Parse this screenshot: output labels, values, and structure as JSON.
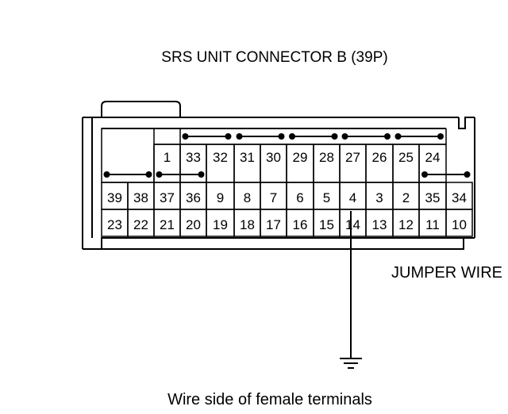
{
  "title": "SRS UNIT CONNECTOR B (39P)",
  "jumper_label": "JUMPER WIRE",
  "caption": "Wire side of female terminals",
  "connector": {
    "row1": [
      "",
      "1",
      "33",
      "32",
      "31",
      "30",
      "29",
      "28",
      "27",
      "26",
      "25",
      "24"
    ],
    "row2": [
      "39",
      "38",
      "37",
      "36",
      "9",
      "8",
      "7",
      "6",
      "5",
      "4",
      "3",
      "2",
      "35",
      "34"
    ],
    "row3": [
      "23",
      "22",
      "21",
      "20",
      "19",
      "18",
      "17",
      "16",
      "15",
      "14",
      "13",
      "12",
      "11",
      "10"
    ],
    "shorting_bars": [
      [
        "33",
        "32"
      ],
      [
        "31",
        "30"
      ],
      [
        "29",
        "28"
      ],
      [
        "27",
        "26"
      ],
      [
        "25",
        "24"
      ],
      [
        "39",
        "38"
      ],
      [
        "37",
        "36"
      ],
      [
        "35",
        "34"
      ]
    ],
    "jumper_terminal": "14"
  },
  "icons": {
    "ground": "ground-symbol-icon"
  }
}
